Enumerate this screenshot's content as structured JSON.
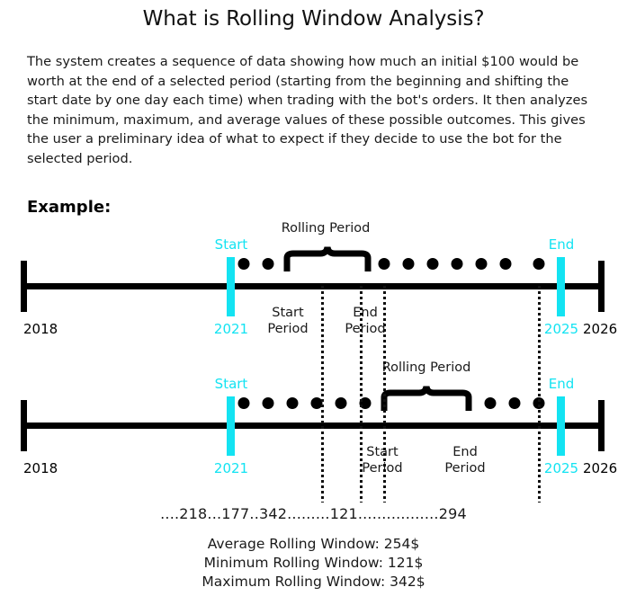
{
  "page": {
    "title": "What is Rolling Window Analysis?",
    "intro": "The system creates a sequence of data showing how much an initial $100 would be worth at the end of a selected period (starting from the beginning and shifting the start date by one day each time) when trading with the bot's orders. It then analyzes the minimum, maximum, and average values of these possible outcomes. This gives the user a preliminary idea of what to expect if they decide to use the bot for the selected period.",
    "example_heading": "Example:",
    "accent_color": "#13E3F2",
    "ink_color": "#000000"
  },
  "timelines": [
    {
      "id": "timeline-1",
      "axis": {
        "start_year": "2018",
        "end_year": "2026"
      },
      "markers": [
        {
          "name": "start",
          "label": "Start",
          "year": "2021"
        },
        {
          "name": "end",
          "label": "End",
          "year": "2025"
        }
      ],
      "rolling_label": "Rolling Period",
      "period_labels": [
        {
          "name": "start-period",
          "line1": "Start",
          "line2": "Period"
        },
        {
          "name": "end-period",
          "line1": "End",
          "line2": "Period"
        }
      ]
    },
    {
      "id": "timeline-2",
      "axis": {
        "start_year": "2018",
        "end_year": "2026"
      },
      "markers": [
        {
          "name": "start",
          "label": "Start",
          "year": "2021"
        },
        {
          "name": "end",
          "label": "End",
          "year": "2025"
        }
      ],
      "rolling_label": "Rolling Period",
      "period_labels": [
        {
          "name": "start-period",
          "line1": "Start",
          "line2": "Period"
        },
        {
          "name": "end-period",
          "line1": "End",
          "line2": "Period"
        }
      ]
    }
  ],
  "results": {
    "values_row": "....218...177..342.........121.................294",
    "values": [
      218,
      177,
      342,
      121,
      294
    ],
    "average": "Average Rolling Window: 254$",
    "minimum": "Minimum Rolling Window: 121$",
    "maximum": "Maximum Rolling Window: 342$"
  }
}
